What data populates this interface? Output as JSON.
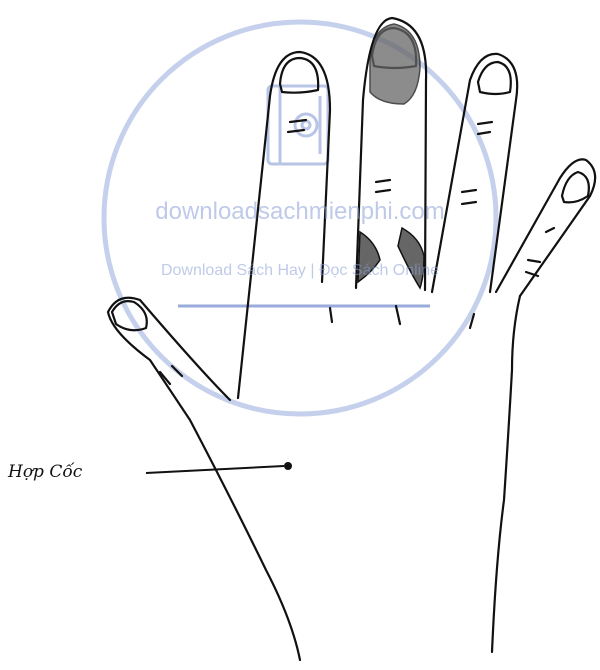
{
  "figure": {
    "point_label": "Hợp Cốc"
  },
  "watermark": {
    "site": "downloadsachmienphi.com",
    "tagline": "Download Sách Hay | Đọc Sách Online",
    "color": "#8a9fd6",
    "line_color": "#6f86cc"
  },
  "colors": {
    "ink": "#111111",
    "background": "#ffffff"
  }
}
